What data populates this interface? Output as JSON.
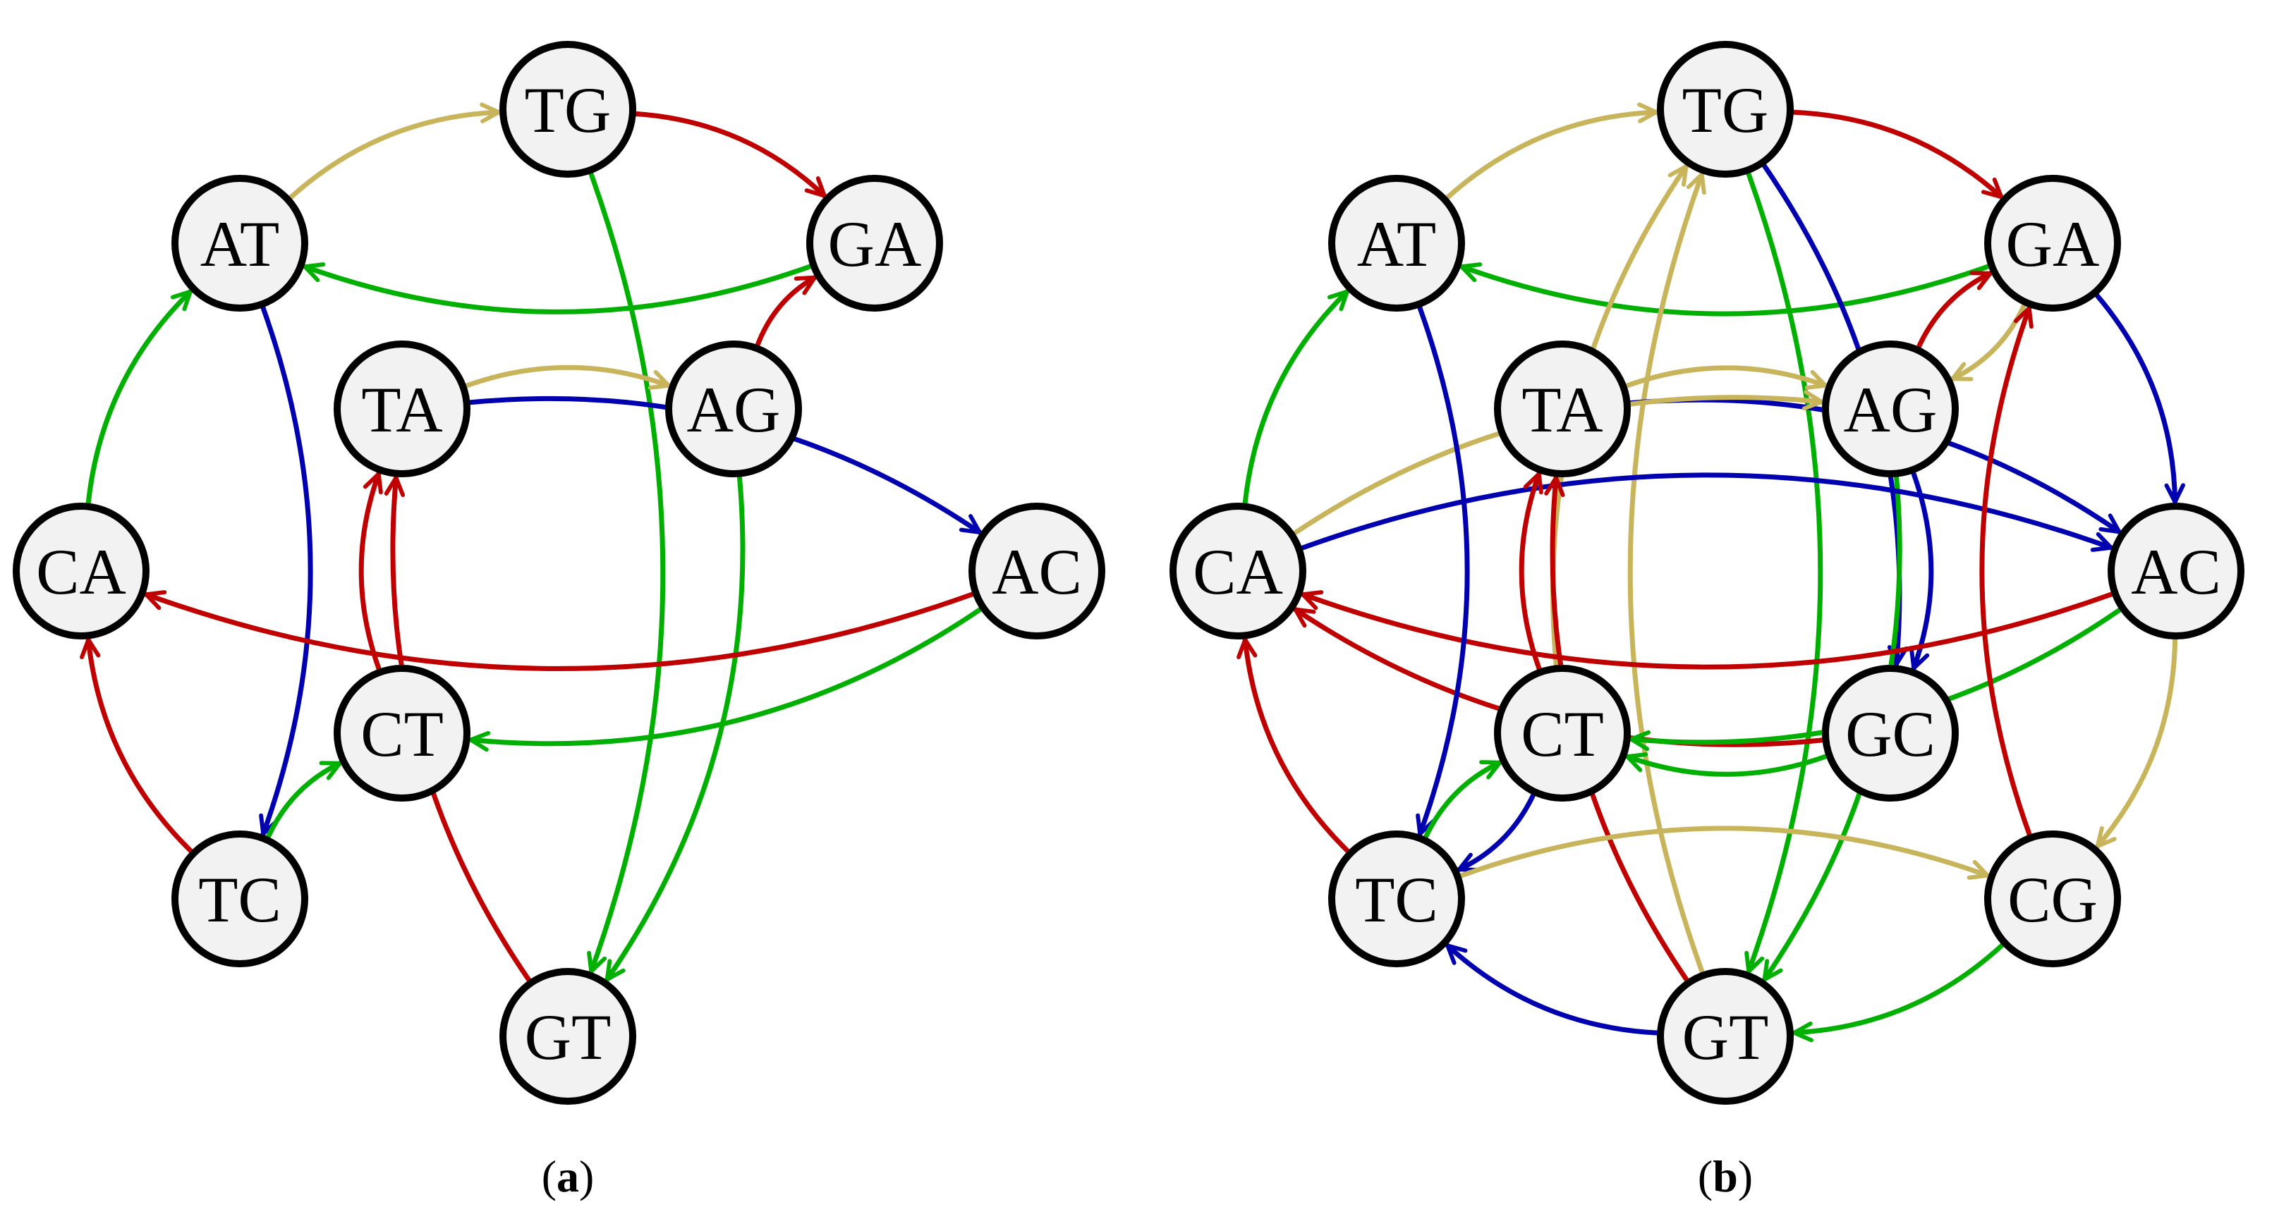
{
  "colors": {
    "red": "#c00000",
    "green": "#00b000",
    "blue": "#0000b0",
    "yellow": "#c8b45a",
    "node_fill": "#f2f2f2",
    "node_stroke": "#000000"
  },
  "graphs": [
    {
      "id": "a",
      "caption": {
        "open": "(",
        "letter": "a",
        "close": ")"
      },
      "nodes": [
        "TG",
        "AT",
        "GA",
        "TA",
        "AG",
        "CA",
        "AC",
        "CT",
        "TC",
        "GT"
      ],
      "edges": [
        {
          "from": "AT",
          "to": "TG",
          "color": "yellow"
        },
        {
          "from": "TG",
          "to": "GA",
          "color": "red"
        },
        {
          "from": "GA",
          "to": "AT",
          "color": "green"
        },
        {
          "from": "TG",
          "to": "GT",
          "color": "green"
        },
        {
          "from": "AG",
          "to": "GA",
          "color": "red"
        },
        {
          "from": "TA",
          "to": "AG",
          "color": "yellow"
        },
        {
          "from": "TA",
          "to": "AC",
          "color": "blue"
        },
        {
          "from": "AG",
          "to": "GT",
          "color": "green"
        },
        {
          "from": "AT",
          "to": "TC",
          "color": "blue"
        },
        {
          "from": "CA",
          "to": "AT",
          "color": "green"
        },
        {
          "from": "AC",
          "to": "CA",
          "color": "red"
        },
        {
          "from": "AC",
          "to": "CT",
          "color": "green"
        },
        {
          "from": "CT",
          "to": "TA",
          "color": "red"
        },
        {
          "from": "GT",
          "to": "TA",
          "color": "red"
        },
        {
          "from": "TC",
          "to": "CA",
          "color": "red"
        },
        {
          "from": "TC",
          "to": "CT",
          "color": "green"
        }
      ]
    },
    {
      "id": "b",
      "caption": {
        "open": "(",
        "letter": "b",
        "close": ")"
      },
      "nodes": [
        "TG",
        "AT",
        "GA",
        "TA",
        "AG",
        "CA",
        "AC",
        "CT",
        "GC",
        "TC",
        "CG",
        "GT"
      ],
      "edges": [
        {
          "from": "AT",
          "to": "TG",
          "color": "yellow"
        },
        {
          "from": "TG",
          "to": "GA",
          "color": "red"
        },
        {
          "from": "GA",
          "to": "AT",
          "color": "green"
        },
        {
          "from": "GA",
          "to": "AC",
          "color": "blue"
        },
        {
          "from": "AG",
          "to": "GA",
          "color": "red"
        },
        {
          "from": "GA",
          "to": "AG",
          "color": "yellow"
        },
        {
          "from": "TG",
          "to": "GC",
          "color": "blue"
        },
        {
          "from": "TG",
          "to": "GT",
          "color": "green"
        },
        {
          "from": "CT",
          "to": "TG",
          "color": "yellow"
        },
        {
          "from": "GT",
          "to": "TG",
          "color": "yellow"
        },
        {
          "from": "TA",
          "to": "AG",
          "color": "yellow"
        },
        {
          "from": "TA",
          "to": "AC",
          "color": "blue"
        },
        {
          "from": "AG",
          "to": "GC",
          "color": "blue"
        },
        {
          "from": "AG",
          "to": "GT",
          "color": "green"
        },
        {
          "from": "CA",
          "to": "AT",
          "color": "green"
        },
        {
          "from": "CA",
          "to": "AC",
          "color": "blue"
        },
        {
          "from": "CA",
          "to": "AG",
          "color": "yellow"
        },
        {
          "from": "AC",
          "to": "CA",
          "color": "red"
        },
        {
          "from": "GC",
          "to": "CA",
          "color": "red"
        },
        {
          "from": "AC",
          "to": "CT",
          "color": "green"
        },
        {
          "from": "AC",
          "to": "CG",
          "color": "yellow"
        },
        {
          "from": "AT",
          "to": "TC",
          "color": "blue"
        },
        {
          "from": "CT",
          "to": "TA",
          "color": "red"
        },
        {
          "from": "GT",
          "to": "TA",
          "color": "red"
        },
        {
          "from": "GC",
          "to": "CT",
          "color": "green"
        },
        {
          "from": "TC",
          "to": "CA",
          "color": "red"
        },
        {
          "from": "TC",
          "to": "CT",
          "color": "green"
        },
        {
          "from": "CT",
          "to": "TC",
          "color": "blue"
        },
        {
          "from": "TC",
          "to": "CG",
          "color": "yellow"
        },
        {
          "from": "CG",
          "to": "GA",
          "color": "red"
        },
        {
          "from": "CG",
          "to": "GT",
          "color": "green"
        },
        {
          "from": "GT",
          "to": "TC",
          "color": "blue"
        }
      ]
    }
  ]
}
